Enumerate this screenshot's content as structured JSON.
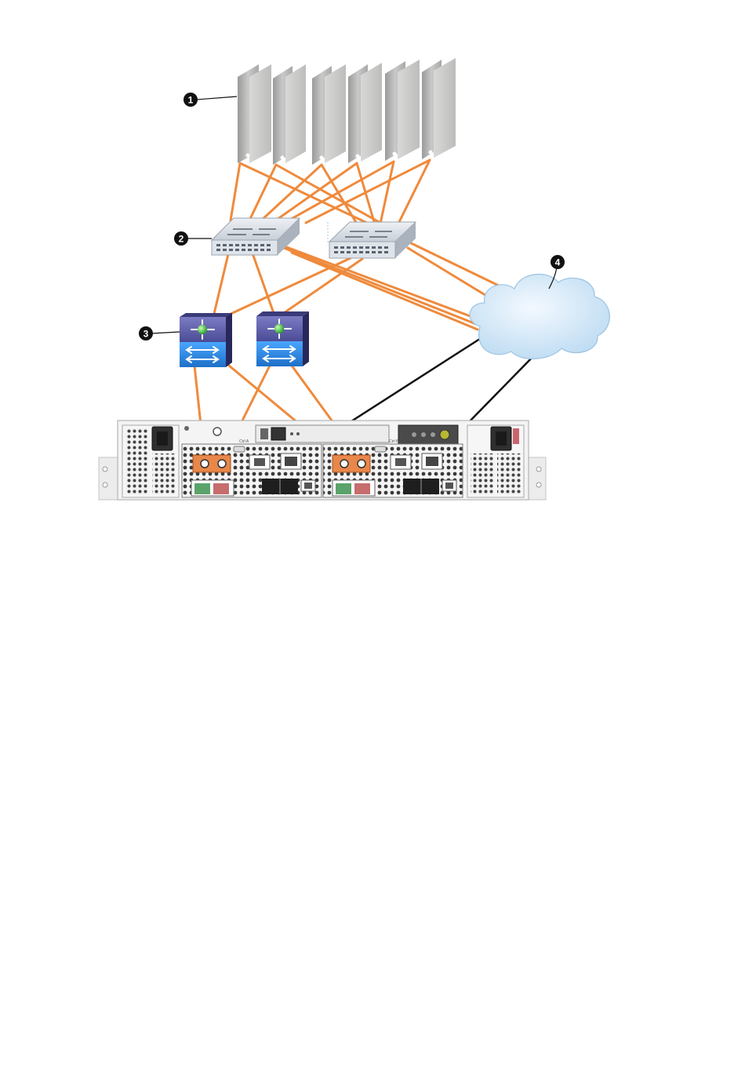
{
  "callouts": [
    {
      "label": "1",
      "target": "servers"
    },
    {
      "label": "2",
      "target": "ethernet-switches"
    },
    {
      "label": "3",
      "target": "fc-switches"
    },
    {
      "label": "4",
      "target": "network-cloud"
    }
  ],
  "chassis": {
    "controller_a_label": "Ctrl A",
    "controller_b_label": "Ctrl B"
  },
  "colors": {
    "fc_cable": "#ef8a3c",
    "mgmt_cable": "#111111",
    "switch_blue": "#2f86dd",
    "switch_purple": "#5a5aa8",
    "cloud_fill": "#cfe6f7",
    "port_orange": "#e8874a"
  }
}
